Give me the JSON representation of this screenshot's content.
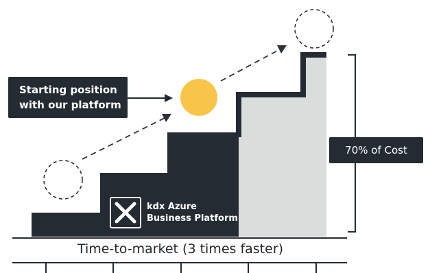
{
  "callout": {
    "line1": "Starting position",
    "line2": "with our platform"
  },
  "cost_label": "70% of Cost",
  "logo": {
    "line1": "kdx Azure",
    "line2": "Business Platform"
  },
  "axis_label": "Time-to-market (3 times faster)",
  "colors": {
    "dark": "#252b33",
    "light_grey": "#d9dedd",
    "accent_yellow": "#f8c44a",
    "dash": "#2b3138"
  }
}
